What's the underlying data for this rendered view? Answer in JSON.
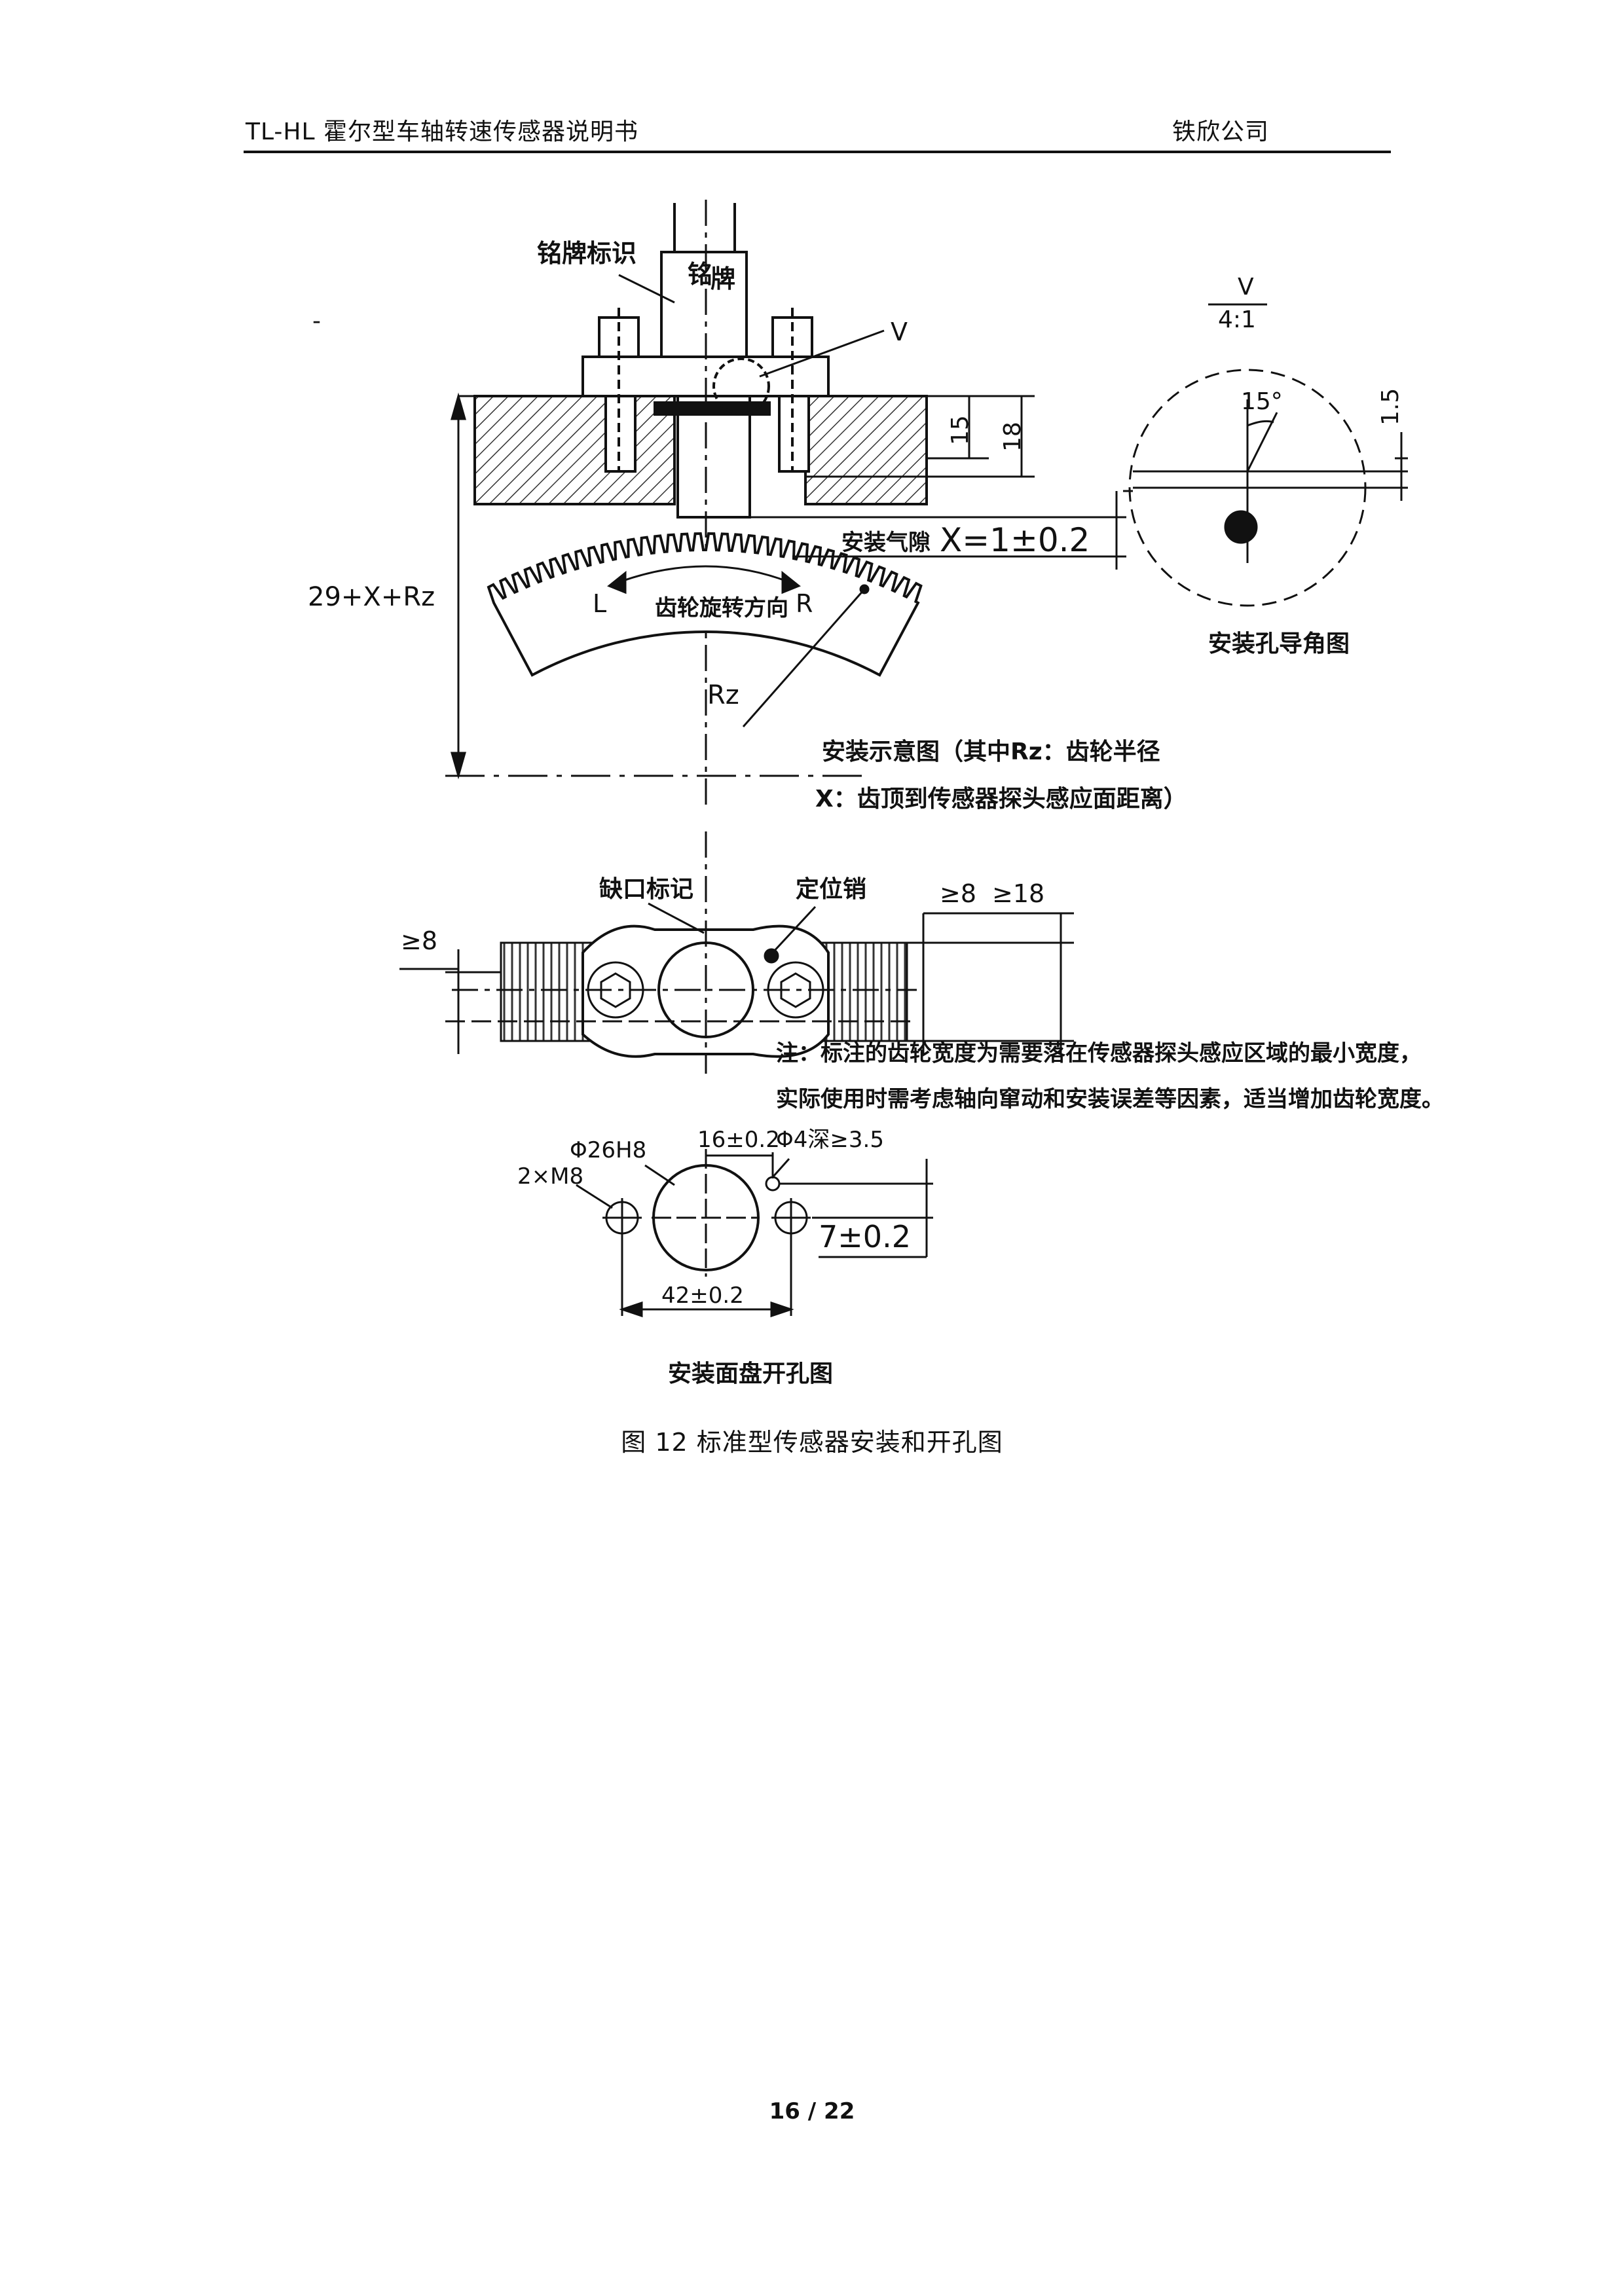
{
  "header": {
    "title": "TL-HL 霍尔型车轴转速传感器说明书",
    "company": "铁欣公司"
  },
  "stray_mark": "-",
  "figure": {
    "nameplate_label": "铭牌标识",
    "nameplate_text": [
      "铭",
      "牌"
    ],
    "detail_marker": "V",
    "dim_15": "15",
    "dim_18": "18",
    "dim_total": "29+X+Rz",
    "air_gap_label": "安装气隙",
    "air_gap_value": "X=1±0.2",
    "rotation_label": "齿轮旋转方向",
    "dir_left": "L",
    "dir_right": "R",
    "radius_label": "Rz",
    "legend_line1": "安装示意图（其中Rz：齿轮半径",
    "legend_line2": "X：齿顶到传感器探头感应面距离）",
    "detail_title_top": "V",
    "detail_title_scale": "4:1",
    "detail_angle": "15°",
    "detail_dim": "1.5",
    "detail_caption": "安装孔导角图",
    "notch_label": "缺口标记",
    "pin_label": "定位销",
    "min_8_left": "≥8",
    "min_8_right": "≥8",
    "min_18": "≥18",
    "note_line1": "注：标注的齿轮宽度为需要落在传感器探头感应区域的最小宽度，",
    "note_line2": "实际使用时需考虑轴向窜动和安装误差等因素，适当增加齿轮宽度。",
    "hole_phi26": "Φ26H8",
    "hole_16": "16±0.2",
    "hole_phi4": "Φ4深≥3.5",
    "hole_m8": "2×M8",
    "hole_7": "7±0.2",
    "hole_42": "42±0.2",
    "panel_caption": "安装面盘开孔图"
  },
  "caption": "图 12 标准型传感器安装和开孔图",
  "page_number": "16 / 22"
}
